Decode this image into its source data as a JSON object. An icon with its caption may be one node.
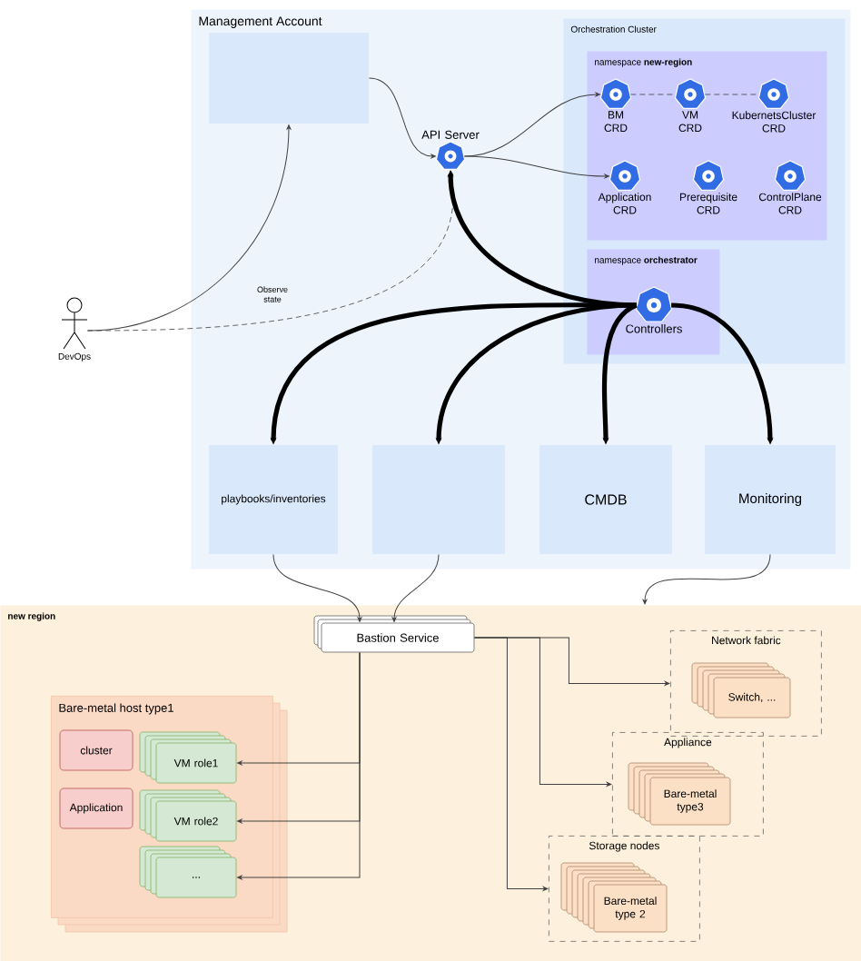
{
  "diagram": {
    "nodes": [
      {
        "text": [
          "Management Account"
        ]
      },
      {
        "text": [],
        "shape": "box",
        "in": 0
      },
      {
        "text": [
          "API Server"
        ],
        "in": 0
      },
      {
        "text": [
          "Orchestration Cluster"
        ],
        "in": 0
      },
      {
        "text": [
          "namespace **new-region**"
        ],
        "in": 3
      },
      {
        "text": [
          "BM CRD"
        ],
        "in": 4
      },
      {
        "text": [
          "VM CRD"
        ],
        "in": 4
      },
      {
        "text": [
          "KubernetsCluster CRD"
        ],
        "in": 4
      },
      {
        "text": [
          "Application CRD"
        ],
        "in": 4
      },
      {
        "text": [
          "Prerequisite CRD"
        ],
        "in": 4
      },
      {
        "text": [
          "ControlPlane CRD"
        ],
        "in": 4
      },
      {
        "text": [
          "namespace **orchestrator**"
        ],
        "in": 3
      },
      {
        "text": [
          "Controllers"
        ],
        "in": 11
      },
      {
        "text": [
          "DevOps"
        ]
      },
      {
        "text": [
          "playbooks/inventories"
        ],
        "in": 0
      },
      {
        "text": [],
        "shape": "box",
        "in": 0
      },
      {
        "text": [
          "CMDB"
        ],
        "in": 0
      },
      {
        "text": [
          "Monitoring"
        ],
        "in": 0
      },
      {
        "text": [
          "new region"
        ]
      },
      {
        "text": [
          "Bastion Service"
        ],
        "in": 18
      },
      {
        "text": [
          "Bare-metal host type1"
        ],
        "in": 18
      },
      {
        "text": [
          "cluster"
        ],
        "in": 20
      },
      {
        "text": [
          "VM role1"
        ],
        "in": 20
      },
      {
        "text": [
          "Application"
        ],
        "in": 20
      },
      {
        "text": [
          "VM role2"
        ],
        "in": 20
      },
      {
        "text": [
          "..."
        ],
        "in": 20
      },
      {
        "text": [
          "Network fabric"
        ],
        "in": 18
      },
      {
        "text": [
          "Switch, ..."
        ],
        "in": 26
      },
      {
        "text": [
          "Appliance"
        ],
        "in": 18
      },
      {
        "text": [
          "Bare-metal type3"
        ],
        "in": 28
      },
      {
        "text": [
          "Storage nodes"
        ],
        "in": 18
      },
      {
        "text": [
          "Bare-metal type 2"
        ],
        "in": 30
      }
    ],
    "edges": [
      {
        "from": 1,
        "to": 2,
        "arrow": "to"
      },
      {
        "from": 2,
        "to": 5,
        "arrow": "to"
      },
      {
        "from": 2,
        "to": 8,
        "arrow": "to"
      },
      {
        "from": 5,
        "to": 6,
        "arrow": "none",
        "style": "dashed"
      },
      {
        "from": 6,
        "to": 7,
        "arrow": "none",
        "style": "dashed"
      },
      {
        "from": 13,
        "to": 1,
        "arrow": "to"
      },
      {
        "from": 13,
        "to": 2,
        "arrow": "to",
        "style": "dashed",
        "label": "Observe state"
      },
      {
        "from": 12,
        "to": 2,
        "arrow": "to",
        "style": "thick"
      },
      {
        "from": 12,
        "to": 14,
        "arrow": "to",
        "style": "thick"
      },
      {
        "from": 12,
        "to": 15,
        "arrow": "to",
        "style": "thick"
      },
      {
        "from": 12,
        "to": 16,
        "arrow": "to",
        "style": "thick"
      },
      {
        "from": 12,
        "to": 17,
        "arrow": "to",
        "style": "thick"
      },
      {
        "from": 14,
        "to": 19,
        "arrow": "to"
      },
      {
        "from": 15,
        "to": 19,
        "arrow": "to"
      },
      {
        "from": 17,
        "to": 18,
        "arrow": "to"
      },
      {
        "from": 19,
        "to": 22,
        "arrow": "to"
      },
      {
        "from": 19,
        "to": 24,
        "arrow": "to"
      },
      {
        "from": 19,
        "to": 25,
        "arrow": "to"
      },
      {
        "from": 19,
        "to": 26,
        "arrow": "to"
      },
      {
        "from": 19,
        "to": 28,
        "arrow": "to"
      },
      {
        "from": 19,
        "to": 30,
        "arrow": "to"
      }
    ]
  }
}
